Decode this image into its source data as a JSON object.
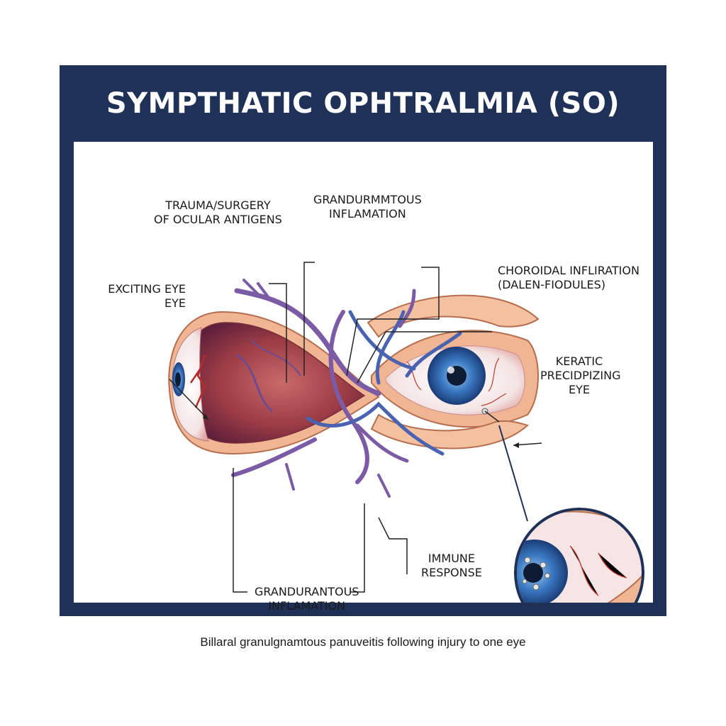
{
  "title": "SYMPTHATIC OPHTRALMIA (SO)",
  "labels": {
    "trauma": [
      "TRAUMA/SURGERY",
      "OF OCULAR ANTIGENS"
    ],
    "granulomatous_top": [
      "GRANDURMMTOUS",
      "INFLAMATION"
    ],
    "choroidal": [
      "CHOROIDAL INFLIRATION",
      "(DALEN-FIODULES)"
    ],
    "exciting_eye": [
      "EXCITING EYE",
      "EYE"
    ],
    "keratic": [
      "KERATIC",
      "PRECIDPIZING",
      "EYE"
    ],
    "immune": [
      "IMMUNE",
      "RESPONSE"
    ],
    "granulomatous_bottom": [
      "GRANDURANTOUS",
      "INFLAMATION"
    ]
  },
  "caption": "Billaral granulgnamtous panuveitis following injury to one eye",
  "colors": {
    "frame": "#1f3157",
    "vessel_purple": "#7b5aa6",
    "vessel_blue": "#4a63b0",
    "iris": "#3a78c2",
    "eyelid": "#f0b592",
    "sclera_vein": "#c0392b"
  }
}
